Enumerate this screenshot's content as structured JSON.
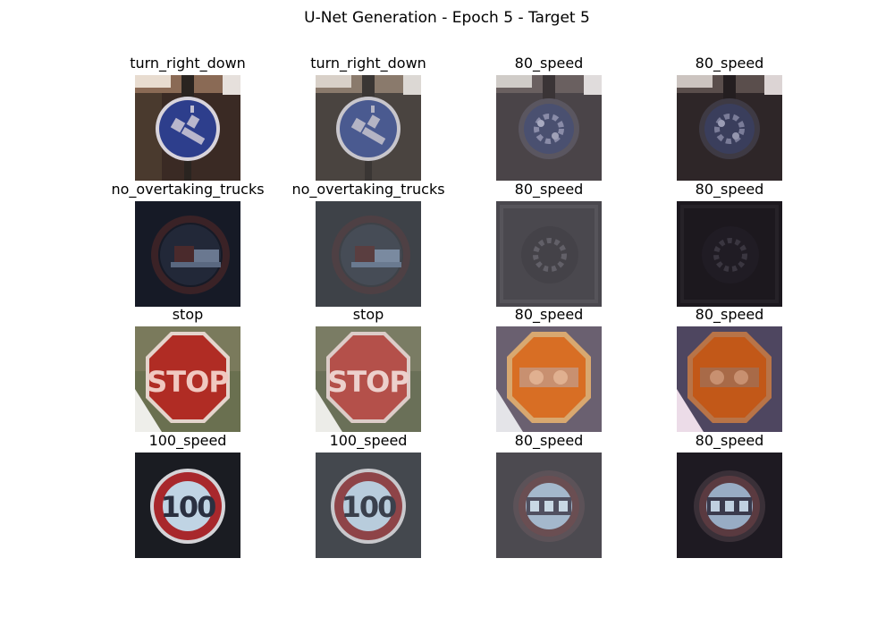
{
  "figure": {
    "title": "U-Net Generation - Epoch 5 - Target 5"
  },
  "grid": {
    "rows": [
      {
        "cells": [
          {
            "label": "turn_right_down"
          },
          {
            "label": "turn_right_down"
          },
          {
            "label": "80_speed"
          },
          {
            "label": "80_speed"
          }
        ]
      },
      {
        "cells": [
          {
            "label": "no_overtaking_trucks"
          },
          {
            "label": "no_overtaking_trucks"
          },
          {
            "label": "80_speed"
          },
          {
            "label": "80_speed"
          }
        ]
      },
      {
        "cells": [
          {
            "label": "stop"
          },
          {
            "label": "stop",
            "text": "STOP"
          },
          {
            "label": "80_speed"
          },
          {
            "label": "80_speed"
          }
        ]
      },
      {
        "cells": [
          {
            "label": "100_speed",
            "text": "100"
          },
          {
            "label": "100_speed",
            "text": "100"
          },
          {
            "label": "80_speed"
          },
          {
            "label": "80_speed"
          }
        ]
      }
    ]
  }
}
